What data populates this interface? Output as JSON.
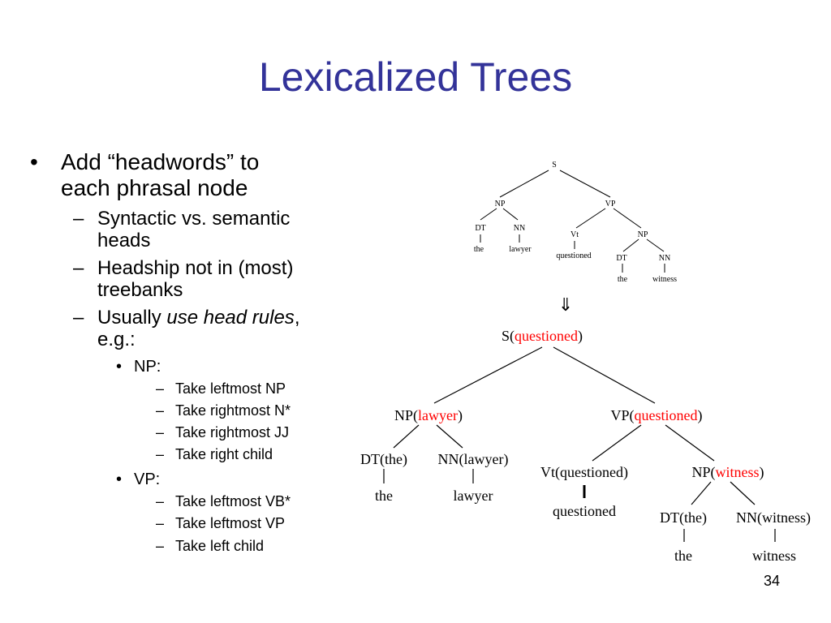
{
  "title": "Lexicalized Trees",
  "page_number": "34",
  "bullets": {
    "b1_line1": "Add “headwords” to",
    "b1_line2": "each phrasal node",
    "s1_line1": "Syntactic vs. semantic",
    "s1_line2": "heads",
    "s2_line1": "Headship not in (most)",
    "s2_line2": "treebanks",
    "s3_pre": "Usually ",
    "s3_italic": "use head rules",
    "s3_post": ",",
    "s3_line2": "e.g.:",
    "np_label": "NP:",
    "np_rules": [
      "Take leftmost NP",
      "Take rightmost N*",
      "Take rightmost JJ",
      "Take right child"
    ],
    "vp_label": "VP:",
    "vp_rules": [
      "Take leftmost VB*",
      "Take leftmost VP",
      "Take left child"
    ]
  },
  "markers": {
    "bullet": "•",
    "dash": "–"
  },
  "tree_top": {
    "s": "S",
    "np": "NP",
    "vp": "VP",
    "dt": "DT",
    "nn": "NN",
    "vt": "Vt",
    "np2": "NP",
    "dt2": "DT",
    "nn2": "NN",
    "the": "the",
    "lawyer": "lawyer",
    "questioned": "questioned",
    "the2": "the",
    "witness": "witness"
  },
  "arrow": "⇓",
  "tree_bottom": {
    "s_label": "S(",
    "s_head": "questioned",
    "s_close": ")",
    "np_label": "NP(",
    "np_head": "lawyer",
    "np_close": ")",
    "vp_label": "VP(",
    "vp_head": "questioned",
    "vp_close": ")",
    "dt": "DT(the)",
    "nn": "NN(lawyer)",
    "vt": "Vt(questioned)",
    "np2_label": "NP(",
    "np2_head": "witness",
    "np2_close": ")",
    "dt2": "DT(the)",
    "nn2": "NN(witness)",
    "the": "the",
    "lawyer": "lawyer",
    "questioned": "questioned",
    "the2": "the",
    "witness": "witness"
  },
  "colors": {
    "title": "#333399",
    "head": "#ff0000",
    "text": "#000000"
  }
}
